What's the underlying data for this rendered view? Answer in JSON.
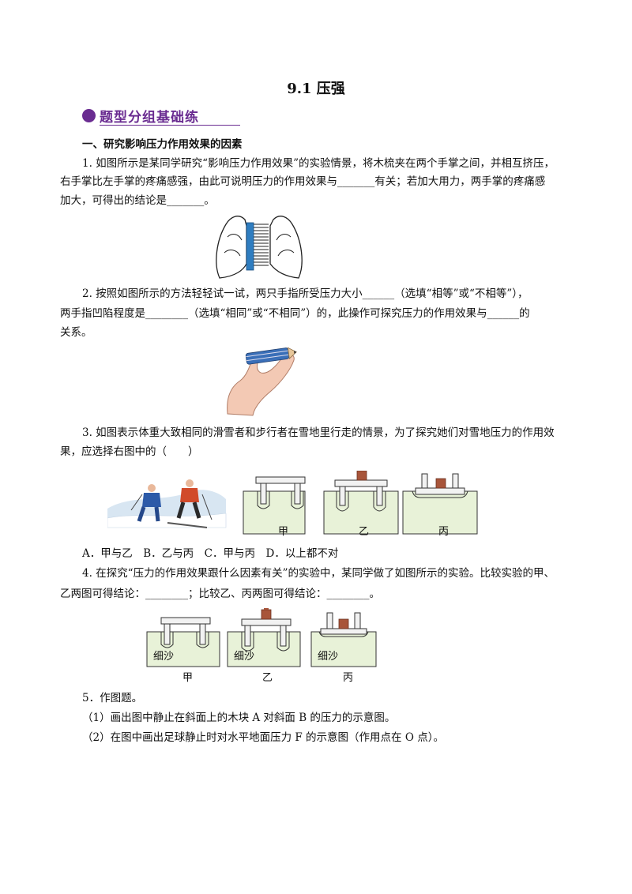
{
  "title": "9.1  压强",
  "section_badge": "题型分组基础练",
  "heading1": "一、研究影响压力作用效果的因素",
  "q1": {
    "line1": "1. 如图所示是某同学研究“影响压力作用效果”的实验情景，将木梳夹在两个手掌之间，并相互挤压，",
    "line2": "右手掌比左手掌的疼痛感强，由此可说明压力的作用效果与_______有关；若加大用力，两手掌的疼痛感",
    "line3": "加大，可得出的结论是_______。"
  },
  "q2": {
    "line1": "2. 按照如图所示的方法轻轻试一试，两只手指所受压力大小______（选填“相等”或“不相等”），",
    "line2": "两手指凹陷程度是________（选填“相同”或“不相同”）的，此操作可探究压力的作用效果与______的",
    "line3": "关系。"
  },
  "q3": {
    "line1": "3. 如图表示体重大致相同的滑雪者和步行者在雪地里行走的情景，为了探究她们对雪地压力的作用效",
    "line2": "果，应选择右图中的（　　）",
    "labels": [
      "甲",
      "乙",
      "丙"
    ],
    "options": "A．甲与乙　B．乙与丙　C．甲与丙　D．以上都不对"
  },
  "q4": {
    "line1": "4. 在探究“压力的作用效果跟什么因素有关”的实验中，某同学做了如图所示的实验。比较实验的甲、",
    "line2": "乙两图可得结论：________；比较乙、丙两图可得结论：________。",
    "sand_label": "细沙",
    "labels": [
      "甲",
      "乙",
      "丙"
    ]
  },
  "q5": {
    "line1": "5．作图题。",
    "line2": "（1）画出图中静止在斜面上的木块 A 对斜面 B 的压力的示意图。",
    "line3": "（2）在图中画出足球静止时对水平地面压力 F 的示意图（作用点在 O 点）。"
  }
}
